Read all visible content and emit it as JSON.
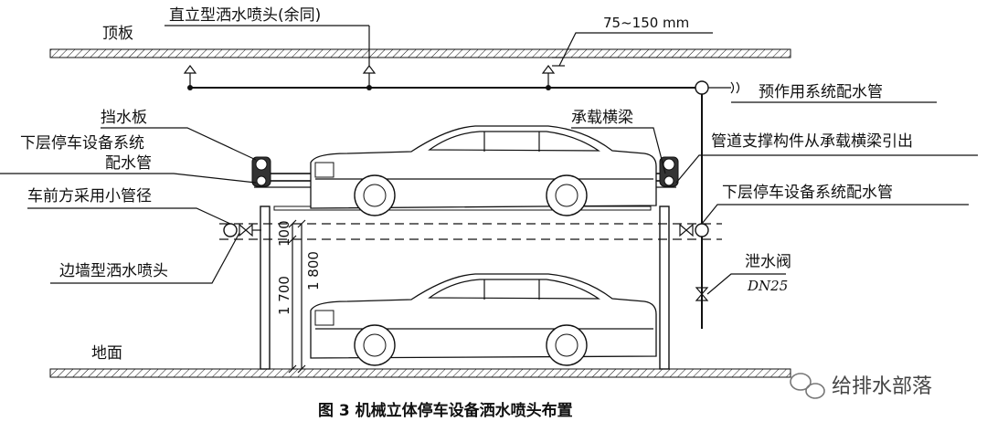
{
  "labels": {
    "top_slab": "顶板",
    "upright_sprinkler": "直立型洒水喷头(余同)",
    "distance": "75~150 mm",
    "preaction_pipe": "预作用系统配水管",
    "splash_plate": "挡水板",
    "lower_pipe_left_l1": "下层停车设备系统",
    "lower_pipe_left_l2": "配水管",
    "small_pipe": "车前方采用小管径",
    "sidewall_sprinkler": "边墙型洒水喷头",
    "beam": "承载横梁",
    "support_note": "管道支撑构件从承载横梁引出",
    "lower_pipe_right": "下层停车设备系统配水管",
    "drain_valve": "泄水阀",
    "drain_size": "DN25",
    "floor": "地面",
    "dim_100": "100",
    "dim_1700": "1 700",
    "dim_1800": "1 800"
  },
  "caption": "图 3    机械立体停车设备洒水喷头布置",
  "watermark": "给排水部落"
}
